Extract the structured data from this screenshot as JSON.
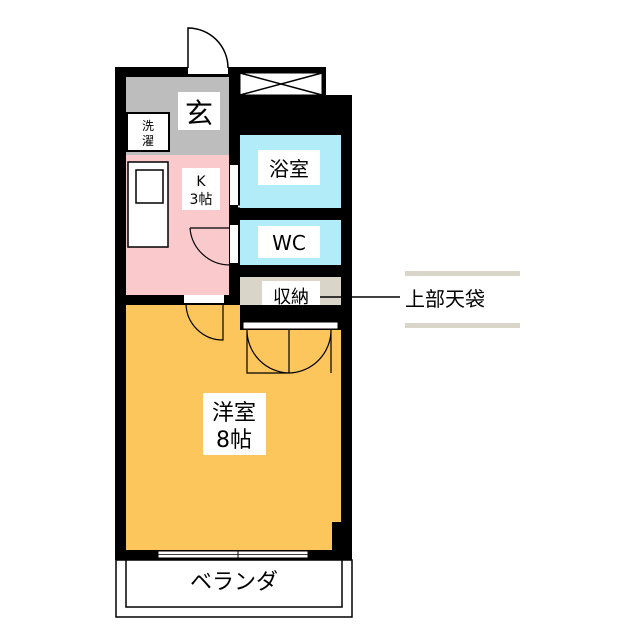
{
  "floorplan": {
    "rooms": {
      "entrance": "玄",
      "laundry_line1": "洗",
      "laundry_line2": "濯",
      "kitchen_line1": "K",
      "kitchen_line2": "3帖",
      "bath": "浴室",
      "wc": "WC",
      "storage": "収納",
      "storage_note": "上部天袋",
      "western_line1": "洋室",
      "western_line2": "8帖",
      "balcony": "ベランダ"
    },
    "colors": {
      "wall": "#000000",
      "entrance": "#bdbdbd",
      "kitchen": "#f9c9cc",
      "wet_area": "#b3ecf9",
      "storage": "#d9d5c9",
      "western": "#fdc65c"
    }
  }
}
